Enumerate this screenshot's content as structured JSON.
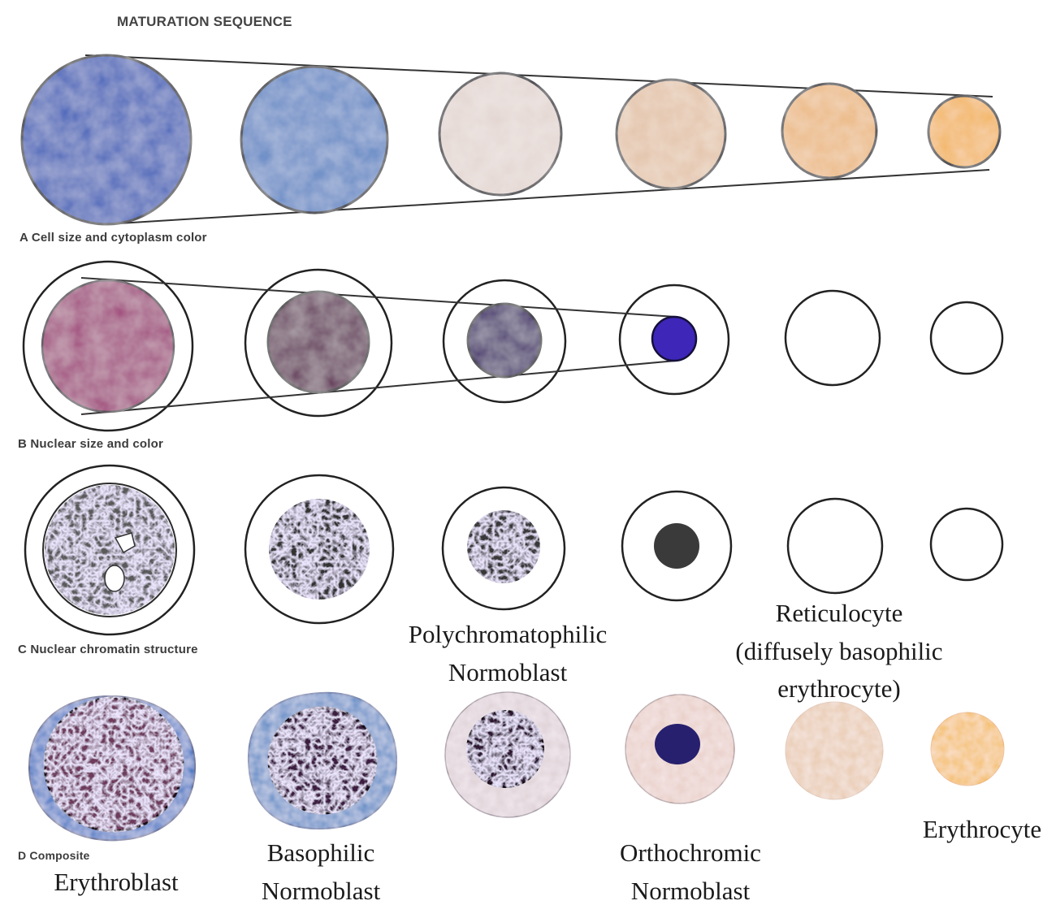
{
  "title": "MATURATION SEQUENCE",
  "rows": {
    "a": "A  Cell size and cytoplasm color",
    "b": "B  Nuclear size and color",
    "c": "C  Nuclear chromatin structure",
    "d": "D  Composite"
  },
  "cells": [
    {
      "name": "Erythroblast",
      "cytoplasm_color": "#3e5fb8",
      "nucleus_color": "#9e3f78",
      "composite_rim": "#2e6fc2",
      "composite_nucleus": "#6e3a5c",
      "chromatin": "fine-reticular"
    },
    {
      "name": "Basophilic\nNormoblast",
      "cytoplasm_color": "#5f86c4",
      "nucleus_color": "#5c2450",
      "composite_rim": "#5487c4",
      "composite_nucleus": "#3e1f42",
      "chromatin": "coarse-clumped"
    },
    {
      "name": "Polychromatophilic\nNormoblast",
      "cytoplasm_color": "#e3d6d1",
      "nucleus_color": "#3a2068",
      "composite_rim": "#ddd0d5",
      "composite_nucleus": "#2d1530",
      "chromatin": "clumped-small"
    },
    {
      "name": "Orthochromic\nNormoblast",
      "cytoplasm_color": "#e3c3a8",
      "nucleus_color": "#3d26b8",
      "composite_rim": "#e8cdc5",
      "composite_nucleus": "#27206e",
      "chromatin": "pyknotic"
    },
    {
      "name": "Reticulocyte\n(diffusely basophilic\nerythrocyte)",
      "cytoplasm_color": "#ebb77e",
      "nucleus_color": "none",
      "composite_rim": "#e8c9ad",
      "composite_nucleus": "none",
      "chromatin": "none"
    },
    {
      "name": "Erythrocyte",
      "cytoplasm_color": "#f2b35a",
      "nucleus_color": "none",
      "composite_rim": "#f4bc5c",
      "composite_nucleus": "none",
      "chromatin": "none"
    }
  ]
}
